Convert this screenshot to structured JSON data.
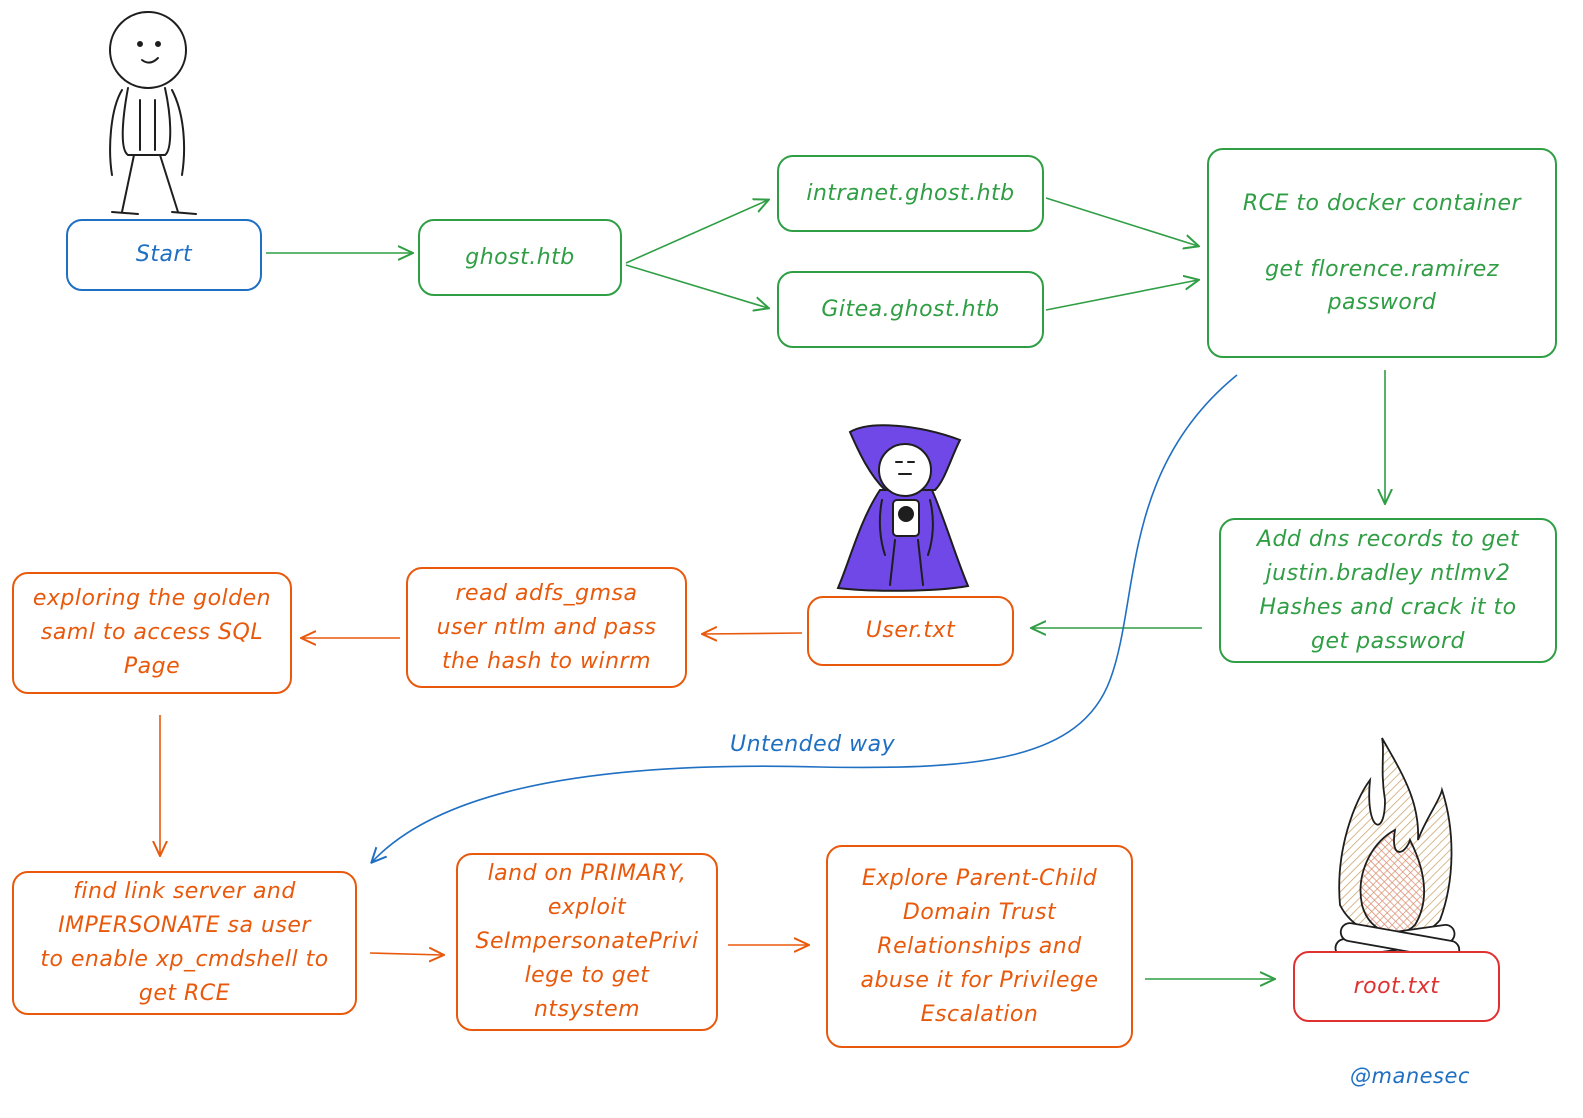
{
  "colors": {
    "blue": "#1f6fc2",
    "green": "#2f9e44",
    "orange": "#e8590c",
    "red": "#e03131",
    "purple": "#7048e8"
  },
  "nodes": {
    "start": "Start",
    "ghost": "ghost.htb",
    "intranet": "intranet.ghost.htb",
    "gitea": "Gitea.ghost.htb",
    "rce": "RCE to docker container\n\nget florence.ramirez\npassword",
    "dns": "Add dns records to get\njustin.bradley ntlmv2\nHashes and crack it to\nget password",
    "user": "User.txt",
    "adfs": "read adfs_gmsa\nuser ntlm and pass\nthe hash to winrm",
    "saml": "exploring the golden\nsaml to access SQL\nPage",
    "linkserver": "find link server and\nIMPERSONATE sa user\nto enable xp_cmdshell to\nget RCE",
    "primary": "land on PRIMARY,\nexploit\nSeImpersonatePrivi\nlege to get\nntsystem",
    "trust": "Explore Parent-Child\nDomain Trust\nRelationships and\nabuse it for Privilege\nEscalation",
    "root": "root.txt"
  },
  "labels": {
    "untended": "Untended way",
    "author": "@manesec"
  },
  "icons": [
    "stick-figure-icon",
    "vampire-icon",
    "campfire-icon"
  ]
}
